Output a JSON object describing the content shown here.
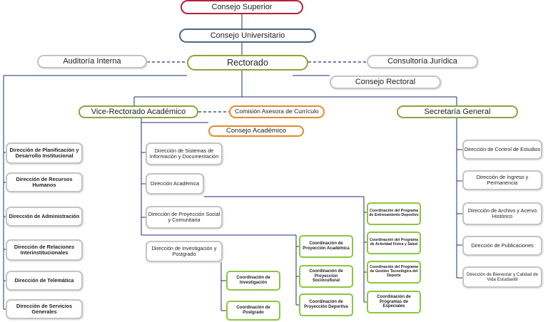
{
  "nodes": {
    "consejo_superior": "Consejo Superior",
    "consejo_universitario": "Consejo Universitario",
    "auditoria_interna": "Auditoría Interna",
    "rectorado": "Rectorado",
    "consultoria_juridica": "Consultoría Jurídica",
    "consejo_rectoral": "Consejo Rectoral",
    "vice_rectorado_academico": "Vice-Rectorado Académico",
    "comision_asesora": "Comisión Asesora de Currículo",
    "secretaria_general": "Secretaría General",
    "consejo_academico": "Consejo Académico",
    "dir_planificacion": "Dirección de Planificación y Desarrollo Institucional",
    "dir_recursos_humanos": "Dirección de Recursos Humanos",
    "dir_administracion": "Dirección de Administración",
    "dir_relaciones": "Dirección de Relaciones Interinstitucionales",
    "dir_telematica": "Dirección de Telemática",
    "dir_servicios_generales": "Dirección de Servicios Generales",
    "dir_sistemas_informacion": "Dirección de Sistemas de Información y Documentación",
    "dir_academica": "Dirección Académica",
    "dir_proyeccion_social": "Dirección de Proyección Social y Comunitaria",
    "dir_investigacion": "Dirección de Investigación y Postgrado",
    "coord_investigacion": "Coordinación de Investigación",
    "coord_postgrado": "Coordinación de Postgrado",
    "coord_proy_academica": "Coordinación de Proyección Académica",
    "coord_proy_sociocultural": "Coordinación de Proyección Sociocultural",
    "coord_proy_deportiva": "Coordinación de Proyección Deportiva",
    "coord_entrenamiento": "Coordinación del Programa de Entrenamiento Deportivo",
    "coord_actividad_fisica": "Coordinación del Programa de Actividad Física y Salud",
    "coord_gestion_tecnologica": "Coordinación del Programa de Gestión Tecnológica del Deporte",
    "coord_programas_especiales": "Coordinación de Programas de Especiales",
    "dir_control_estudios": "Dirección de Control de Estudios",
    "dir_ingreso": "Dirección de Ingreso y Permanencia",
    "dir_archivo": "Dirección de Archivo y Acervo Histórico",
    "dir_publicaciones": "Dirección de Publicaciones",
    "dir_bienestar": "Dirección de Bienestar y Calidad de Vida Estudiantil"
  },
  "colors": {
    "line": "#1f2f7a",
    "top_border": "#b3243c",
    "council_border": "#4a6a82",
    "main_border": "#8fa43a",
    "advisory_border": "#e38a2c",
    "coordination_border": "#8dc63f",
    "unit_border": "#c4c4c4"
  }
}
